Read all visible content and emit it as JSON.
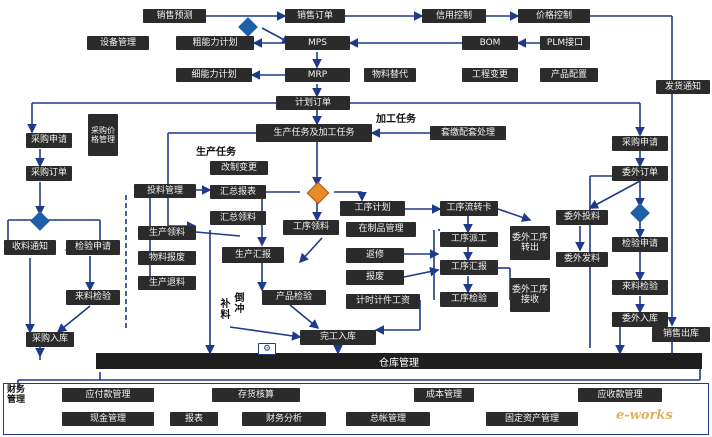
{
  "colors": {
    "box": "#2b2b2b",
    "line": "#1e3a8a",
    "diamond_blue": "#1e5fa8",
    "diamond_orange": "#e8892a"
  },
  "top": {
    "sales_forecast": "销售预测",
    "sales_order": "销售订单",
    "credit_control": "信用控制",
    "price_control": "价格控制",
    "equipment_mgmt": "设备管理",
    "rough_capacity": "粗能力计划",
    "mps": "MPS",
    "bom": "BOM",
    "plm": "PLM接口",
    "detailed_capacity": "细能力计划",
    "mrp": "MRP",
    "material_sub": "物料替代",
    "eng_change": "工程变更",
    "product_config": "产品配置",
    "ship_notice": "发货通知"
  },
  "middle": {
    "plan_order": "计划订单",
    "processing_task": "加工任务",
    "production_task": "生产任务",
    "prod_task_order": "生产任务及加工任务",
    "kit_processing": "套缴配套处理",
    "purchase_request_l": "采购申请",
    "purchase_price_mgmt": "采购价格管理",
    "purchase_order_l": "采购订单",
    "receive_notice": "收料通知",
    "inspect_request_l": "检验申请",
    "inspect_receive_l": "来料检验",
    "purchase_in": "采购入库",
    "feed_control": "投料管理",
    "change_vary": "改制变更",
    "summary_report": "汇总报表",
    "summary_feed": "汇总领料",
    "prod_pick": "生产领料",
    "material_return": "物料报废",
    "prod_return": "生产退料",
    "prod_report": "生产汇报",
    "product_inspect": "产品检验",
    "supplement_a": "补料",
    "supplement_b": "倒冲",
    "finished_in": "完工入库",
    "process_plan": "工序计划",
    "process_feed": "工序领料",
    "wip_mgmt": "在制品管理",
    "rework": "返修",
    "scrap": "报废",
    "piece_wage": "计时计件工资",
    "process_transfer": "工序流转卡",
    "process_dispatch": "工序派工",
    "process_report": "工序汇报",
    "process_inspect": "工序检验",
    "outsource_transfer": "委外工序转出",
    "outsource_receive": "委外工序接收",
    "purchase_request_r": "采购申请",
    "outsource_order": "委外订单",
    "outsource_feed": "委外投料",
    "outsource_pick": "委外发料",
    "inspect_request_r": "检验申请",
    "inspect_receive_r": "来料检验",
    "outsource_in": "委外入库",
    "sales_out": "销售出库",
    "warehouse": "仓库管理"
  },
  "finance": {
    "title": "财务管理",
    "row1": [
      "应付款管理",
      "存货核算",
      "成本管理",
      "应收款管理"
    ],
    "row2": [
      "现金管理",
      "报表",
      "财务分析",
      "总帐管理",
      "固定资产管理"
    ]
  },
  "watermark": "e-works"
}
